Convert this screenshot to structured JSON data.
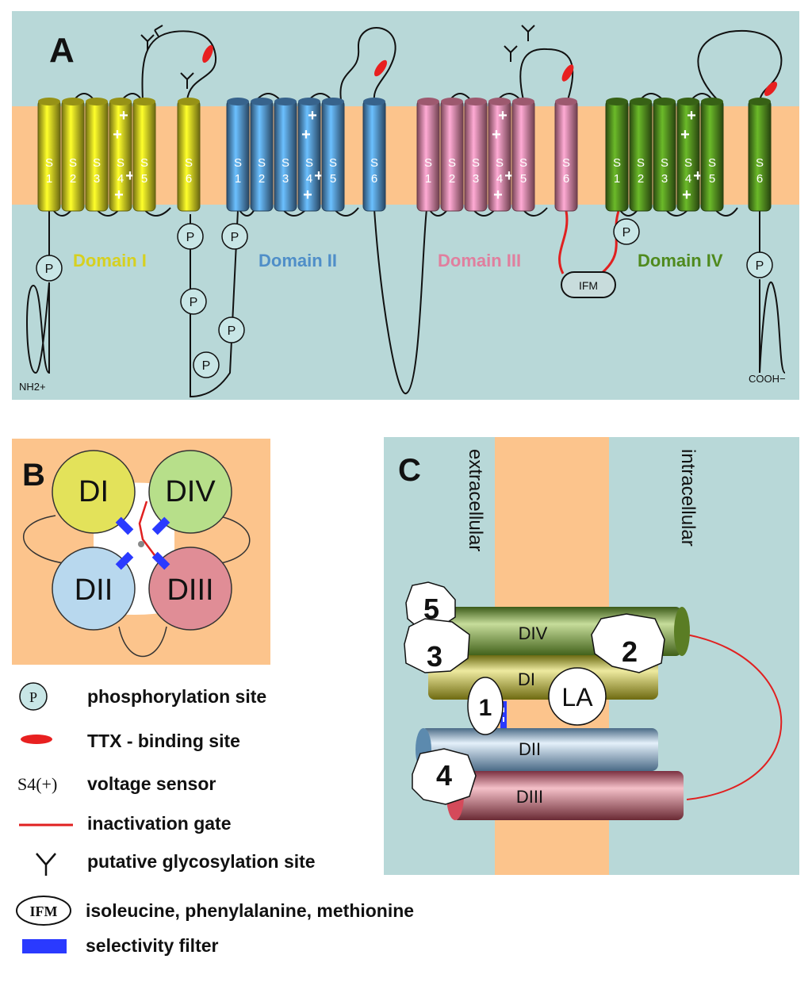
{
  "panel_a": {
    "label": "A",
    "segment_labels": [
      "S\n1",
      "S\n2",
      "S\n3",
      "S\n4",
      "S\n5",
      "S\n6"
    ],
    "domains": [
      {
        "name": "Domain I",
        "color": "#d6d020"
      },
      {
        "name": "Domain II",
        "color": "#4f8ec8"
      },
      {
        "name": "Domain III",
        "color": "#e07f9e"
      },
      {
        "name": "Domain IV",
        "color": "#4f8a1e"
      }
    ],
    "ifm_label": "IFM",
    "phospho_label": "P",
    "n_terminus": "NH2+",
    "c_terminus": "COOH−",
    "colors": {
      "background": "#b8d8d8",
      "membrane": "#fcc48c",
      "inactivation": "#e02020",
      "ttx": "#e82020"
    }
  },
  "panel_b": {
    "label": "B",
    "domains": [
      "DI",
      "DIV",
      "DII",
      "DIII"
    ],
    "colors": {
      "DI": "#e3e25a",
      "DIV": "#b7df8a",
      "DII": "#b8d8ee",
      "DIII": "#e08d96",
      "filter": "#2a3aff"
    }
  },
  "panel_c": {
    "label": "C",
    "extracellular": "extracellular",
    "intracellular": "intracellular",
    "cylinders": [
      "DIV",
      "DI",
      "DII",
      "DIII"
    ],
    "sites": [
      "5",
      "3",
      "2",
      "1",
      "LA",
      "4"
    ]
  },
  "legend": [
    {
      "symbol": "P",
      "text": "phosphorylation site"
    },
    {
      "symbol": "ttx",
      "text": "TTX - binding site"
    },
    {
      "symbol": "S4(+)",
      "text": "voltage sensor"
    },
    {
      "symbol": "gate",
      "text": "inactivation gate"
    },
    {
      "symbol": "Y",
      "text": "putative glycosylation site"
    },
    {
      "symbol": "IFM",
      "text": "isoleucine, phenylalanine, methionine"
    },
    {
      "symbol": "filter",
      "text": "selectivity filter"
    }
  ]
}
